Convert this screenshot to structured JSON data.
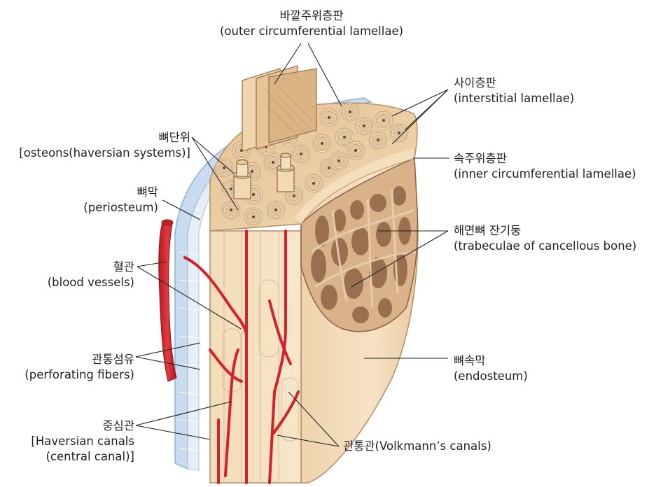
{
  "labels": {
    "outer_circumferential": {
      "ko": "바깥주위층판",
      "en": "(outer circumferential lamellae)"
    },
    "interstitial": {
      "ko": "사이층판",
      "en": "(interstitial lamellae)"
    },
    "inner_circumferential": {
      "ko": "속주위층판",
      "en": "(inner circumferential lamellae)"
    },
    "trabeculae": {
      "ko": "해면뼈 잔기둥",
      "en": "(trabeculae of cancellous bone)"
    },
    "endosteum": {
      "ko": "뼈속막",
      "en": "(endosteum)"
    },
    "volkmann": {
      "text": "관통관(Volkmann’s canals)"
    },
    "osteons": {
      "ko": "뼈단위",
      "en": "[osteons(haversian systems)]"
    },
    "periosteum": {
      "ko": "뼈막",
      "en": "(periosteum)"
    },
    "blood_vessels": {
      "ko": "혈관",
      "en": "(blood vessels)"
    },
    "perforating_fibers": {
      "ko": "관통섬유",
      "en": "(perforating fibers)"
    },
    "haversian_canals": {
      "ko": "중심관",
      "en1": "[Haversian canals",
      "en2": "(central canal)]"
    }
  },
  "colors": {
    "bone_light": "#f6e3c4",
    "bone_mid": "#e8c9a0",
    "bone_dark": "#c9a27a",
    "spongy": "#d9b592",
    "spongy_dark": "#8a6246",
    "periosteum": "#b9cfe8",
    "vessel": "#d2232a",
    "leader": "#222222"
  }
}
